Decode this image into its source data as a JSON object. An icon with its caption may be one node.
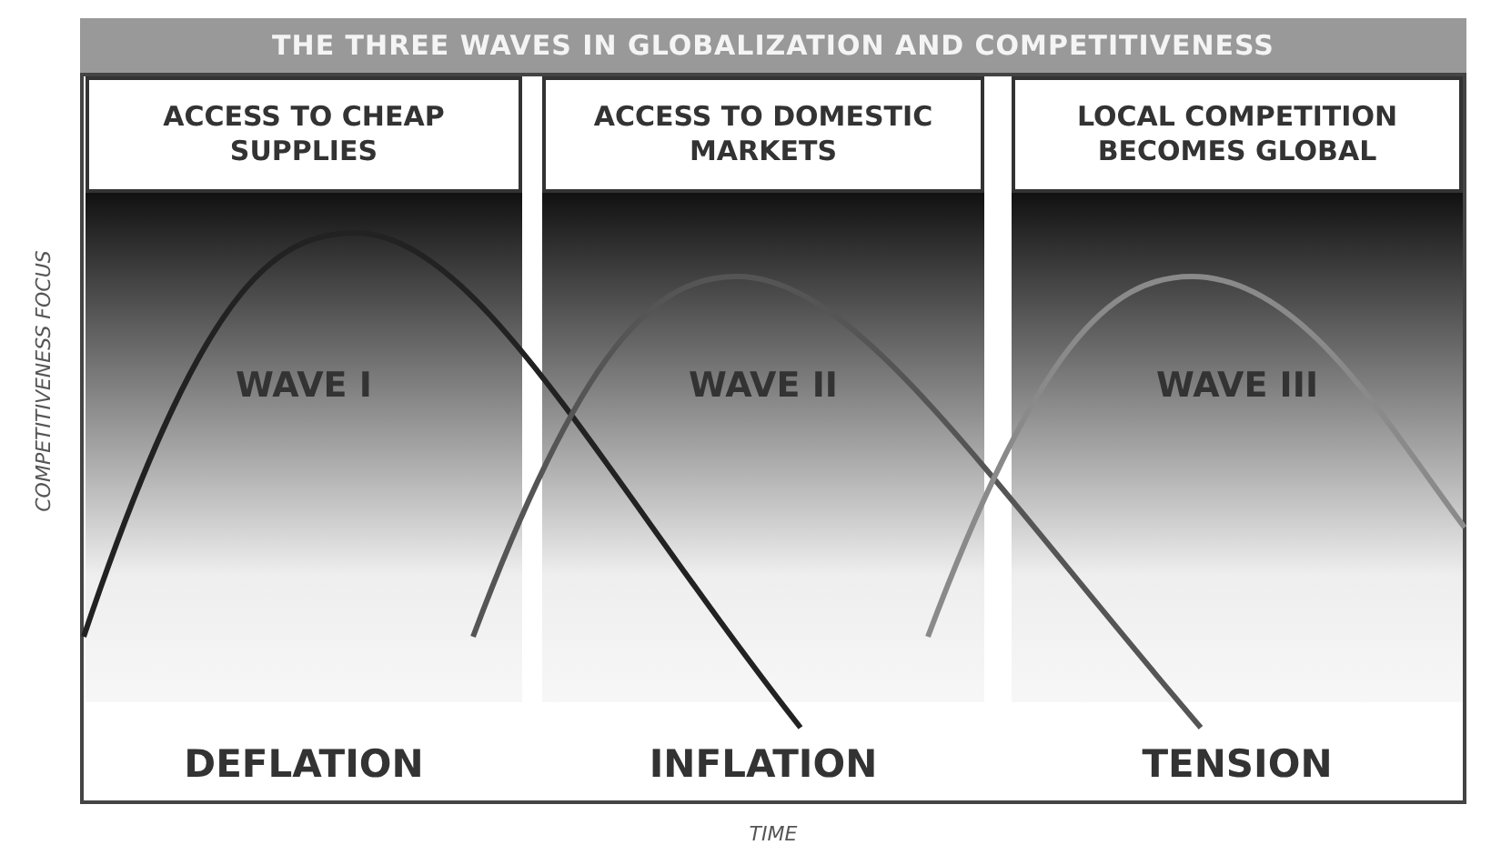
{
  "diagram": {
    "title": "THE THREE WAVES IN GLOBALIZATION AND COMPETITIVENESS",
    "nodes": [
      {
        "text": [
          "ACCESS TO CHEAP SUPPLIES"
        ]
      },
      {
        "text": [
          "ACCESS TO DOMESTIC MARKETS"
        ]
      },
      {
        "text": [
          "LOCAL COMPETITION BECOMES GLOBAL"
        ]
      },
      {
        "text": [
          "WAVE I"
        ]
      },
      {
        "text": [
          "WAVE II"
        ]
      },
      {
        "text": [
          "WAVE III"
        ]
      }
    ],
    "edges": [],
    "labels": [
      "COMPETITIVENESS FOCUS",
      "DEFLATION",
      "INFLATION",
      "TENSION",
      "TIME"
    ]
  }
}
